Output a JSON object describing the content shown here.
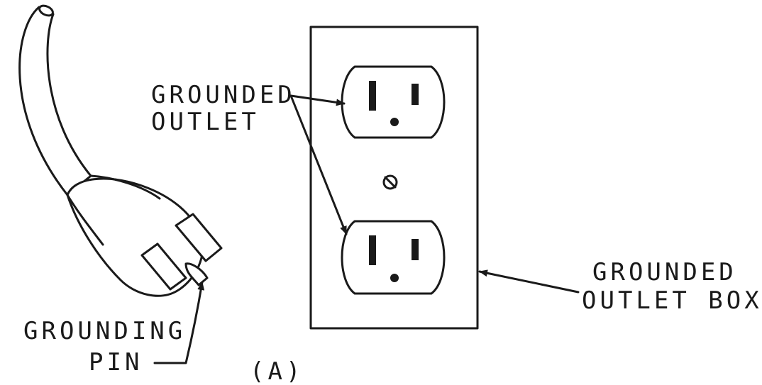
{
  "labels": {
    "grounded_outlet_line1": "GROUNDED",
    "grounded_outlet_line2": "OUTLET",
    "grounding_pin_line1": "GROUNDING",
    "grounding_pin_line2": "PIN",
    "outlet_box_line1": "GROUNDED",
    "outlet_box_line2": "OUTLET BOX:",
    "figure_caption": "(A)"
  },
  "colors": {
    "ink": "#1a1a1a",
    "background": "#ffffff"
  }
}
